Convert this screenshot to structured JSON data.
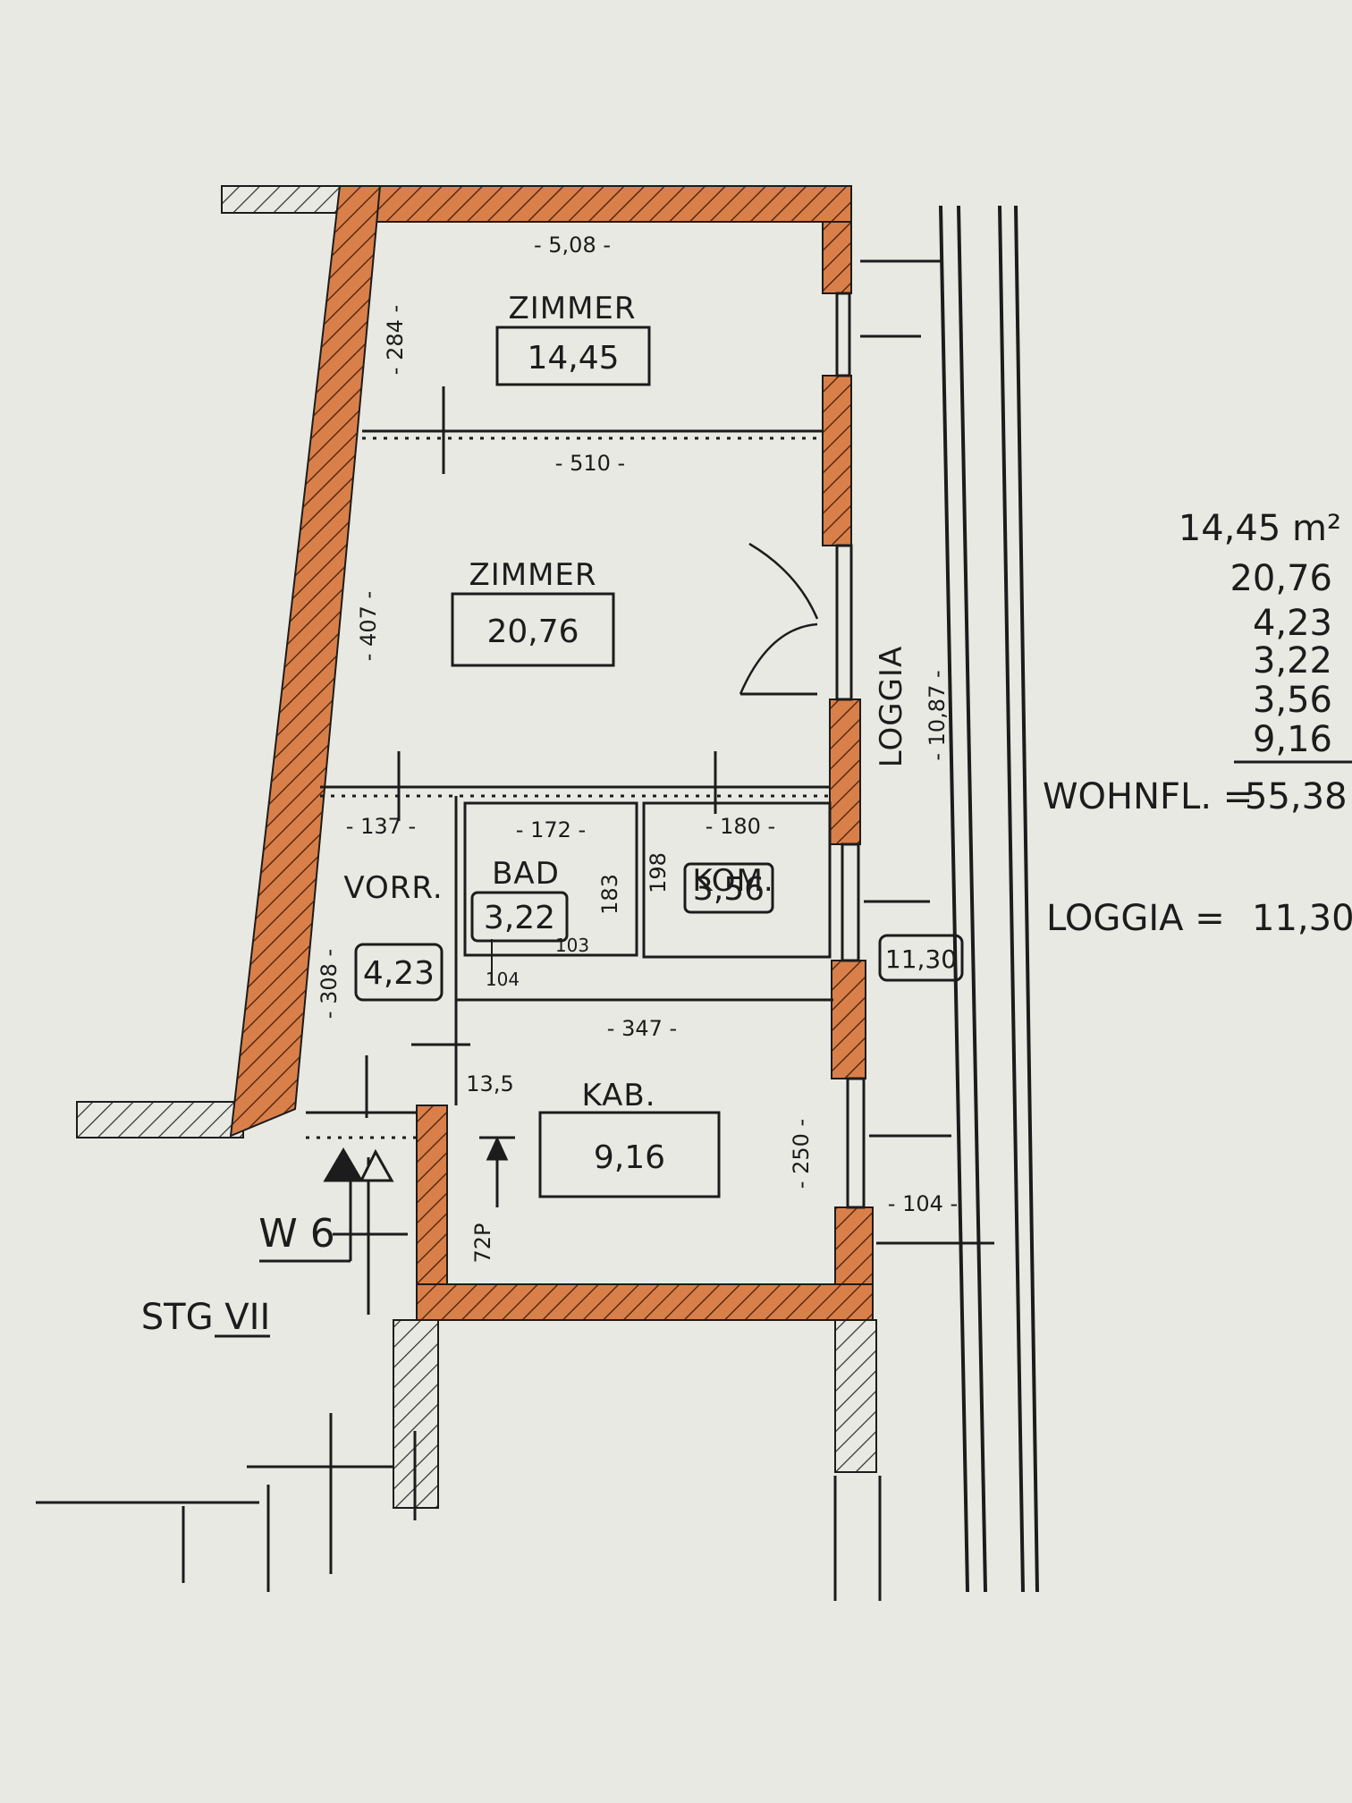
{
  "rooms": {
    "zimmer_top": {
      "name": "ZIMMER",
      "area": "14,45"
    },
    "zimmer_main": {
      "name": "ZIMMER",
      "area": "20,76"
    },
    "vorraum": {
      "name": "VORR.",
      "area": "4,23"
    },
    "bad": {
      "name": "BAD",
      "area": "3,22"
    },
    "kammer": {
      "name": "KOM.",
      "area": "3,56"
    },
    "kabinett": {
      "name": "KAB.",
      "area": "9,16"
    },
    "loggia": {
      "name": "LOGGIA",
      "area": "11,30"
    }
  },
  "dimensions": {
    "top_width": "- 5,08 -",
    "top_height": "- 284 -",
    "mid_width": "- 510 -",
    "mid_height": "- 407 -",
    "vorraum_width": "- 137 -",
    "vorraum_height": "- 308 -",
    "bad_width": "- 172 -",
    "bad_height": "183",
    "bad_inner": "103",
    "bad_bottom": "104",
    "kammer_width": "- 180 -",
    "kammer_height": "198",
    "kab_width": "- 347 -",
    "kab_height": "- 250 -",
    "step": "13,5",
    "door_height": "72P",
    "loggia_length": "- 10,87 -",
    "loggia_width": "- 104 -"
  },
  "labels": {
    "entrance": "W 6",
    "stair": "STG VII"
  },
  "summary": {
    "areas": [
      "14,45 m²",
      "20,76",
      "4,23",
      "3,22",
      "3,56",
      "9,16"
    ],
    "wohnfl_label": "WOHNFL. =",
    "wohnfl_value": "55,38",
    "loggia_label": "LOGGIA =",
    "loggia_value": "11,30"
  },
  "colors": {
    "paper": "#e9e9e3",
    "wall_fill": "#d9804a",
    "ink": "#1c1c1c"
  }
}
